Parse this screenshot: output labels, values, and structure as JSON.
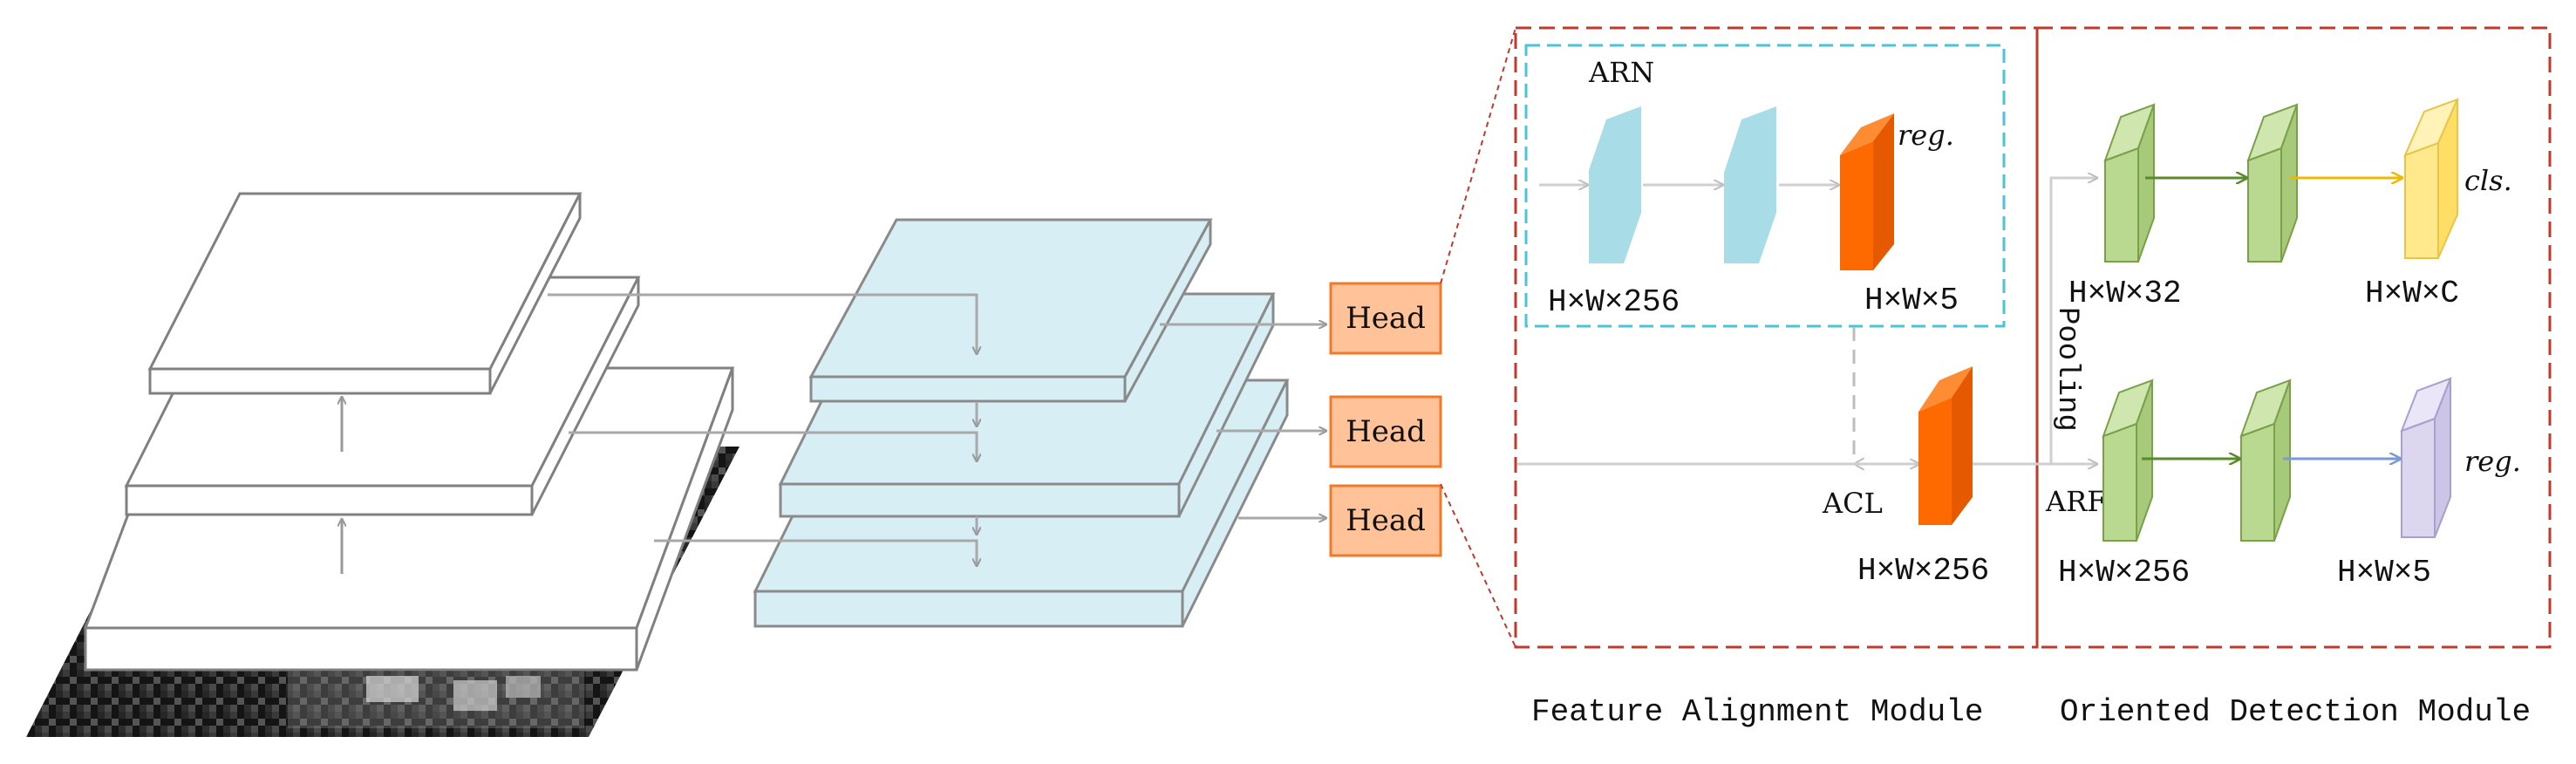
{
  "heads": [
    {
      "label": "Head"
    },
    {
      "label": "Head"
    },
    {
      "label": "Head"
    }
  ],
  "fam": {
    "title": "Feature Alignment Module",
    "arn_label": "ARN",
    "acl_label": "ACL",
    "reg_label": "reg.",
    "dim_arn": "H×W×256",
    "dim_reg": "H×W×5",
    "dim_acl": "H×W×256"
  },
  "odm": {
    "title": "Oriented Detection Module",
    "arf_label": "ARF",
    "pooling_label": "Pooling",
    "cls_label": "cls.",
    "reg_label": "reg.",
    "dim_top": "H×W×32",
    "dim_cls": "H×W×C",
    "dim_bottom": "H×W×256",
    "dim_reg": "H×W×5"
  },
  "colors": {
    "fpn_fill": "#d6eef4",
    "arn_fill": "#a8dde8",
    "orange": "#ff6a00",
    "head_fill": "#ffc299",
    "head_border": "#f07a2a",
    "green": "#b9d890",
    "yellow": "#ffe98c",
    "lavender": "#dcd6ee",
    "dashed_red": "#c0392b",
    "dashed_cyan": "#4cc3d6"
  }
}
